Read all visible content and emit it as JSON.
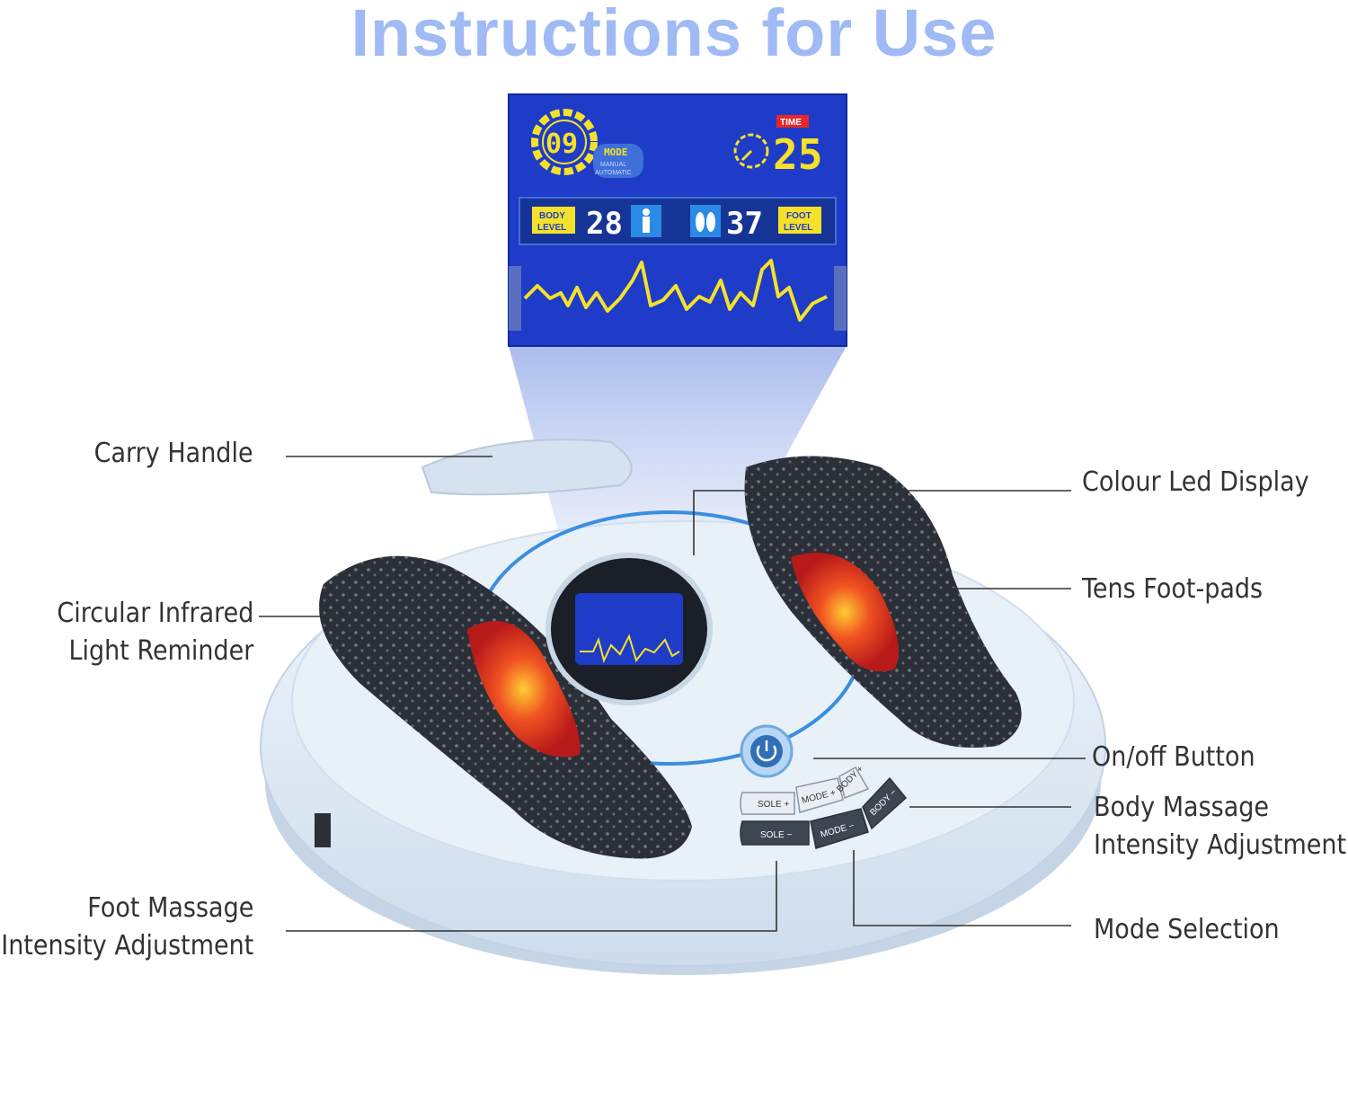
{
  "title": "Instructions for Use",
  "colors": {
    "title": "#9fbaf4",
    "lcd_background": "#1e3cc8",
    "lcd_accent": "#f6e12a",
    "device_body": "#dfeaf5",
    "foot_pad": "#2b2f37",
    "infrared_red": "#e8262a",
    "ring_blue": "#3a8ee0"
  },
  "callouts": {
    "carry_handle": "Carry Handle",
    "infrared_line1": "Circular Infrared",
    "infrared_line2": "Light Reminder",
    "foot_intensity_line1": "Foot Massage",
    "foot_intensity_line2": "Intensity Adjustment",
    "led_display": "Colour Led Display",
    "foot_pads": "Tens Foot-pads",
    "power_button": "On/off Button",
    "body_intensity_line1": "Body Massage",
    "body_intensity_line2": "Intensity Adjustment",
    "mode_selection": "Mode Selection"
  },
  "display": {
    "mode_number": "09",
    "mode_label": "MODE",
    "mode_manual": "MANUAL",
    "mode_automatic": "AUTOMATIC",
    "time_label": "TIME",
    "time_value": "25",
    "body_level_label_1": "BODY",
    "body_level_label_2": "LEVEL",
    "body_level_value": "28",
    "foot_level_value": "37",
    "foot_level_label_1": "FOOT",
    "foot_level_label_2": "LEVEL"
  },
  "buttons": {
    "sole_plus": "SOLE +",
    "mode_plus": "MODE +",
    "body_plus": "BODY +",
    "sole_minus": "SOLE −",
    "mode_minus": "MODE −",
    "body_minus": "BODY −"
  },
  "icons": [
    "power-icon",
    "timer-icon",
    "body-figure-icon",
    "feet-icon",
    "mode-dial-icon",
    "waveform-icon"
  ]
}
